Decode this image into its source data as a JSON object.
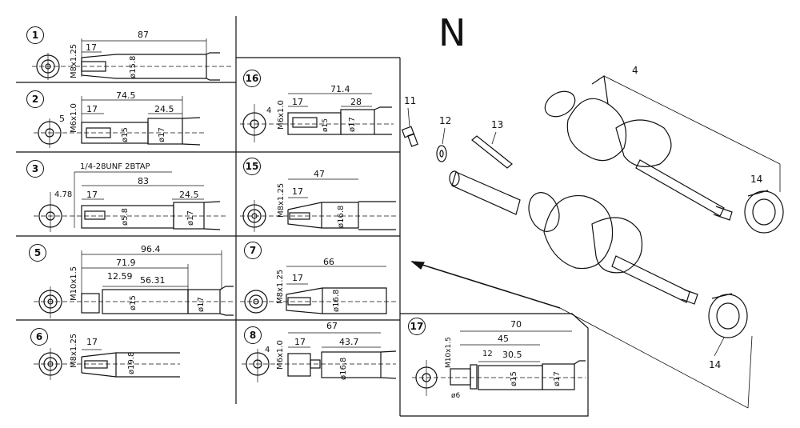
{
  "section_letter": "N",
  "callouts": {
    "crankshaft": "4",
    "bolt": "11",
    "washer": "12",
    "key": "13",
    "bearing_upper": "14",
    "bearing_lower": "14"
  },
  "panels": {
    "p1": {
      "num": "1",
      "thread": "M8x1.25",
      "dims": [
        "87",
        "17"
      ],
      "dia": "ø15.8"
    },
    "p2": {
      "num": "2",
      "thread": "M6x1.0",
      "dims": [
        "74.5",
        "17",
        "24.5",
        "5"
      ],
      "dia": [
        "ø15",
        "ø17"
      ]
    },
    "p3": {
      "num": "3",
      "note": "1/4-28UNF 2BTAP",
      "dims": [
        "83",
        "17",
        "24.5",
        "4.78"
      ],
      "dia": [
        "ø5.8",
        "ø17"
      ]
    },
    "p5": {
      "num": "5",
      "thread": "M10x1.5",
      "dims": [
        "96.4",
        "71.9",
        "12.59",
        "56.31"
      ],
      "dia": [
        "ø15",
        "ø17"
      ]
    },
    "p6": {
      "num": "6",
      "thread": "M8x1.25",
      "dims": [
        "17"
      ],
      "dia": "ø19.8"
    },
    "p7": {
      "num": "7",
      "thread": "M8x1.25",
      "dims": [
        "66",
        "17"
      ],
      "dia": "ø16.8"
    },
    "p8": {
      "num": "8",
      "thread": "M6x1.0",
      "dims": [
        "67",
        "17",
        "43.7",
        "4"
      ],
      "dia": "ø16.8"
    },
    "p16": {
      "num": "16",
      "thread": "M6x1.0",
      "dims": [
        "71.4",
        "17",
        "28",
        "4"
      ],
      "dia": [
        "ø15",
        "ø17"
      ]
    },
    "p15": {
      "num": "15",
      "thread": "M8x1.25",
      "dims": [
        "47",
        "17"
      ],
      "dia": "ø16.8"
    },
    "p17": {
      "num": "17",
      "thread": "M10x1.5",
      "dims": [
        "70",
        "45",
        "12",
        "30.5"
      ],
      "dia": [
        "ø15",
        "ø17",
        "ø6"
      ]
    }
  }
}
